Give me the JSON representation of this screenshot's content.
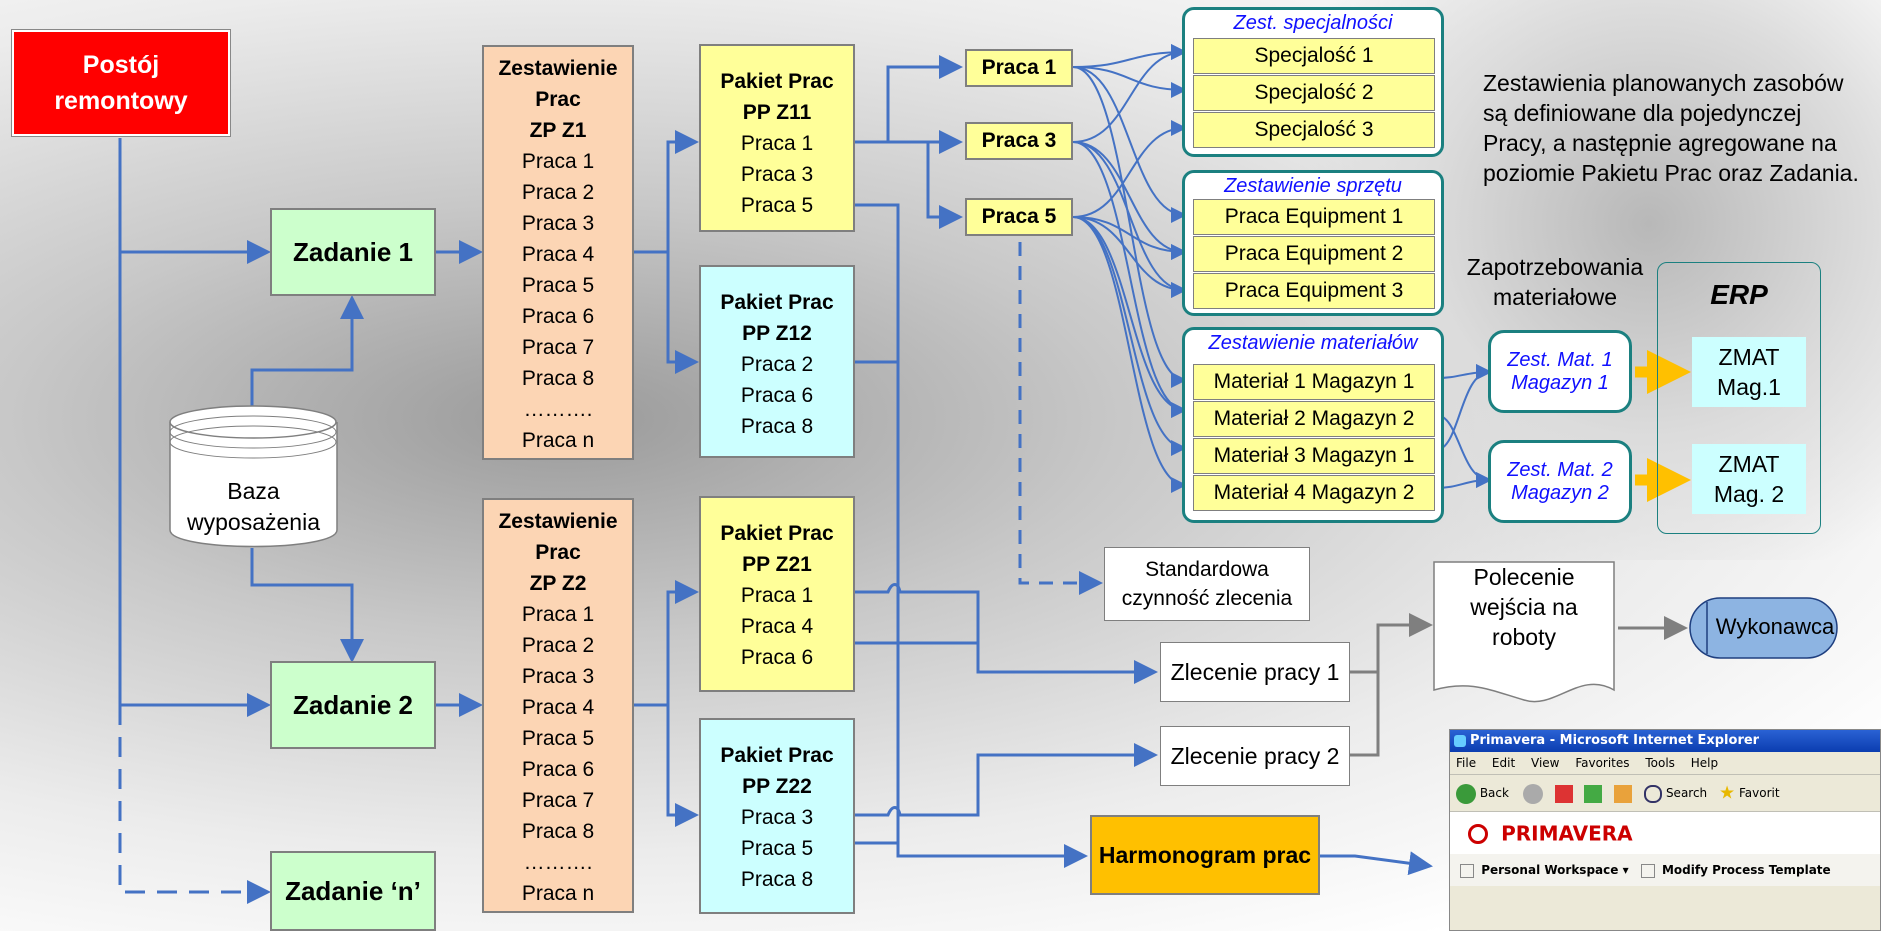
{
  "postoj": {
    "line1": "Postój",
    "line2": "remontowy"
  },
  "zadania": [
    "Zadanie 1",
    "Zadanie 2",
    "Zadanie ‘n’"
  ],
  "baza": {
    "line1": "Baza",
    "line2": "wyposażenia"
  },
  "zestawienia": [
    {
      "title1": "Zestawienie",
      "title2": "Prac",
      "title3": "ZP Z1",
      "items": [
        "Praca 1",
        "Praca 2",
        "Praca 3",
        "Praca 4",
        "Praca 5",
        "Praca 6",
        "Praca 7",
        "Praca 8",
        "……….",
        "Praca n"
      ]
    },
    {
      "title1": "Zestawienie",
      "title2": "Prac",
      "title3": "ZP Z2",
      "items": [
        "Praca 1",
        "Praca 2",
        "Praca 3",
        "Praca 4",
        "Praca 5",
        "Praca 6",
        "Praca 7",
        "Praca 8",
        "……….",
        "Praca n"
      ]
    }
  ],
  "pakiety": [
    {
      "title1": "Pakiet Prac",
      "title2": "PP Z11",
      "items": [
        "Praca 1",
        "Praca 3",
        "Praca 5"
      ],
      "color": "#ffff99"
    },
    {
      "title1": "Pakiet Prac",
      "title2": "PP Z12",
      "items": [
        "Praca 2",
        "Praca 6",
        "Praca 8"
      ],
      "color": "#ccffff"
    },
    {
      "title1": "Pakiet Prac",
      "title2": "PP Z21",
      "items": [
        "Praca 1",
        "Praca 4",
        "Praca 6"
      ],
      "color": "#ffff99"
    },
    {
      "title1": "Pakiet Prac",
      "title2": "PP Z22",
      "items": [
        "Praca 3",
        "Praca 5",
        "Praca 8"
      ],
      "color": "#ccffff"
    }
  ],
  "prace": [
    "Praca 1",
    "Praca 3",
    "Praca 5"
  ],
  "groups": {
    "specjalnosci": {
      "title": "Zest. specjalności",
      "items": [
        "Specjalość 1",
        "Specjalość 2",
        "Specjalość 3"
      ]
    },
    "sprzet": {
      "title": "Zestawienie sprzętu",
      "items": [
        "Praca Equipment 1",
        "Praca Equipment 2",
        "Praca Equipment 3"
      ]
    },
    "materialy": {
      "title": "Zestawienie materiałów",
      "items": [
        "Materiał 1 Magazyn 1",
        "Materiał 2 Magazyn 2",
        "Materiał 3 Magazyn 1",
        "Materiał 4 Magazyn 2"
      ]
    }
  },
  "note": {
    "l1": "Zestawienia planowanych zasobów",
    "l2": "są definiowane dla pojedynczej",
    "l3": "Pracy, a następnie agregowane na",
    "l4": "poziomie Pakietu Prac oraz Zadania."
  },
  "zapotrzebowania": {
    "l1": "Zapotrzebowania",
    "l2": "materiałowe"
  },
  "zestmat": [
    {
      "l1": "Zest. Mat. 1",
      "l2": "Magazyn 1"
    },
    {
      "l1": "Zest. Mat. 2",
      "l2": "Magazyn 2"
    }
  ],
  "erp": {
    "title": "ERP",
    "zmat": [
      {
        "l1": "ZMAT",
        "l2": "Mag.1"
      },
      {
        "l1": "ZMAT",
        "l2": "Mag. 2"
      }
    ]
  },
  "standardowa": {
    "l1": "Standardowa",
    "l2": "czynność zlecenia"
  },
  "zlecenia": [
    "Zlecenie pracy 1",
    "Zlecenie pracy 2"
  ],
  "polecenie": {
    "l1": "Polecenie",
    "l2": "wejścia na",
    "l3": "roboty"
  },
  "wykonawca": "Wykonawca",
  "harmonogram": "Harmonogram prac",
  "browser": {
    "title": "Primavera - Microsoft Internet Explorer",
    "menu": [
      "File",
      "Edit",
      "View",
      "Favorites",
      "Tools",
      "Help"
    ],
    "toolbar": [
      "Back",
      "Search",
      "Favorit"
    ],
    "brand": "PRIMAVERA",
    "links": [
      "Personal Workspace",
      "Modify Process Template"
    ]
  },
  "colors": {
    "arrow": "#4472c4",
    "red": "#ff0000",
    "green": "#ccffcc",
    "peach": "#fcd5b4",
    "yellow": "#ffff99",
    "cyan": "#ccffff",
    "orange": "#ffc000",
    "teal": "#1b8080",
    "blue_oval": "#8db4e2"
  }
}
